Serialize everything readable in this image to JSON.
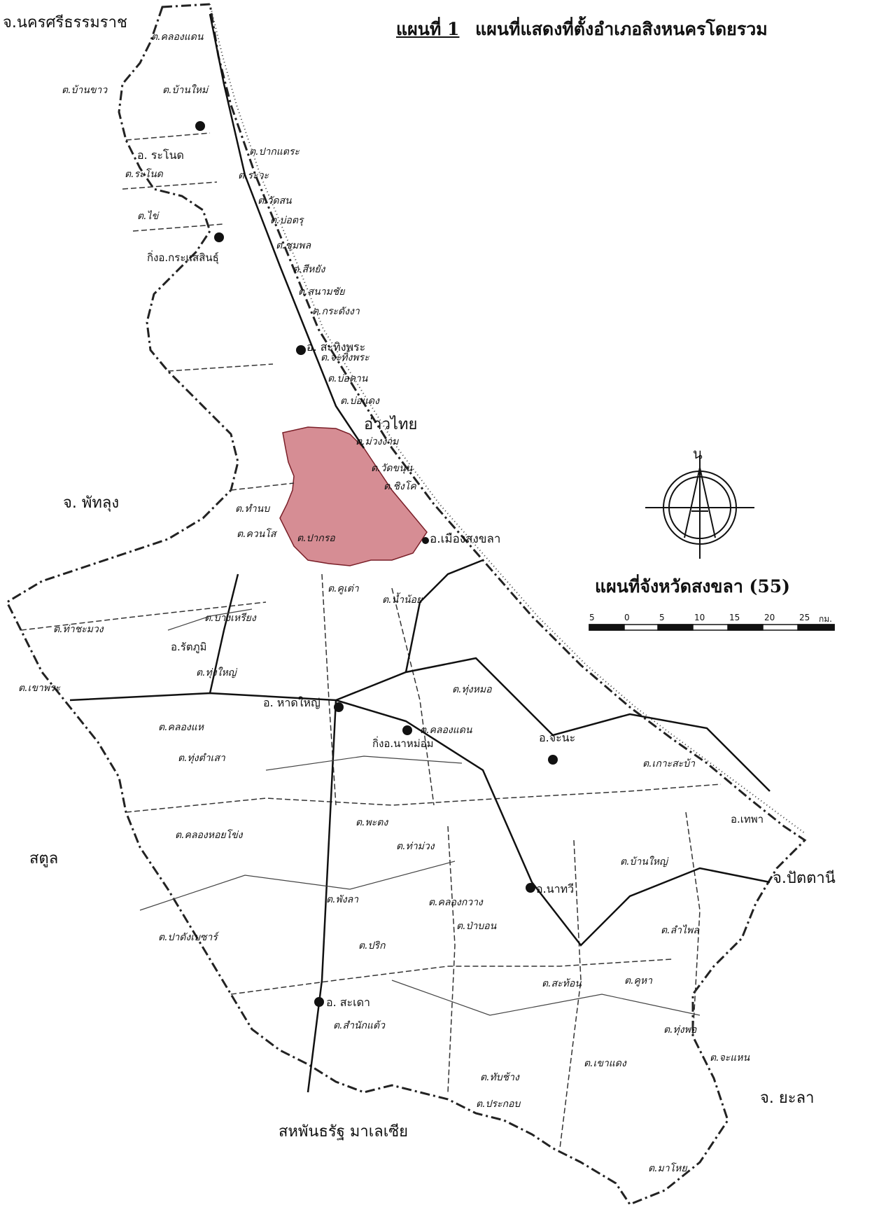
{
  "title": {
    "number": "แผนที่ 1",
    "text": "แผนที่แสดงที่ตั้งอำเภอสิงหนครโดยรวม"
  },
  "subtitle": "แผนที่จังหวัดสงขลา (55)",
  "compass": {
    "north": "น"
  },
  "scale_bar": {
    "ticks": [
      "5",
      "0",
      "5",
      "10",
      "15",
      "20",
      "25"
    ],
    "unit": "กม."
  },
  "highlight_color": "#c0505a",
  "neighbors": {
    "nakhon_si": "จ.นครศรีธรรมราช",
    "phatthalung": "จ. พัทลุง",
    "satun": "สตูล",
    "malaysia": "สหพันธรัฐ มาเลเซีย",
    "pattani": "จ.ปัตตานี",
    "yala": "จ. ยะลา",
    "gulf": "อ่าวไทย"
  },
  "districts": {
    "muang": "อ.เมืองสงขลา",
    "hatyai": "อ. หาดใหญ่",
    "chana": "อ.จะนะ",
    "nathawi": "อ.นาทวี",
    "sadao": "อ. สะเดา",
    "ranot": "อ. ระโนด",
    "sathingphra": "อ. สะทิงพระ",
    "krasae": "กิ่งอ.กระแสสินธุ์",
    "rattaphum": "อ.รัตภูมิ",
    "namom": "กิ่งอ.นาหม่อม",
    "thepha": "อ.เทพา"
  },
  "tambons": [
    "ต.คลองแดน",
    "ต.บ้านขาว",
    "ต.บ้านใหม่",
    "ต.ระโนด",
    "ต.ไข่",
    "ต.ปากแตระ",
    "ต.ระวะ",
    "ต.วัดสน",
    "ต.บ่อตรุ",
    "ต.ชุมพล",
    "ต.สีหยัง",
    "ต.สนามชัย",
    "ต.กระดังงา",
    "ต.จะทิ้งพระ",
    "ต.บ่อดาน",
    "ต.บ่อแดง",
    "ต.ม่วงงาม",
    "ต.วัดขนุน",
    "ต.ชิงโค",
    "ต.ปากรอ",
    "ต.ทำนบ",
    "ต.ควนโส",
    "ต.ท่าชะมวง",
    "ต.เขาพระ",
    "ต.คลองแห",
    "ต.ทุ่งตำเสา",
    "ต.ทุ่งใหญ่",
    "ต.บางเหรียง",
    "ต.คูเต่า",
    "ต.น้ำน้อย",
    "ต.คลองหอยโข่ง",
    "ต.พังลา",
    "ต.ปริก",
    "ต.สำนักแต้ว",
    "ต.ปาดังเบซาร์",
    "ต.คลองกวาง",
    "ต.ทับช้าง",
    "ต.ประกอบ",
    "ต.สะท้อน",
    "ต.คูหา",
    "ต.ทุ่งพอ",
    "ต.เขาแดง",
    "ต.ลำไพล",
    "ต.บ้านใหญ่",
    "ต.มาโหย",
    "ต.เกาะสะบ้า",
    "ต.ท่าม่วง",
    "ต.พะตง",
    "ต.ป่าบอน",
    "ต.จะแหน",
    "ต.คลองแดน",
    "ต.ทุ่งหมอ"
  ]
}
